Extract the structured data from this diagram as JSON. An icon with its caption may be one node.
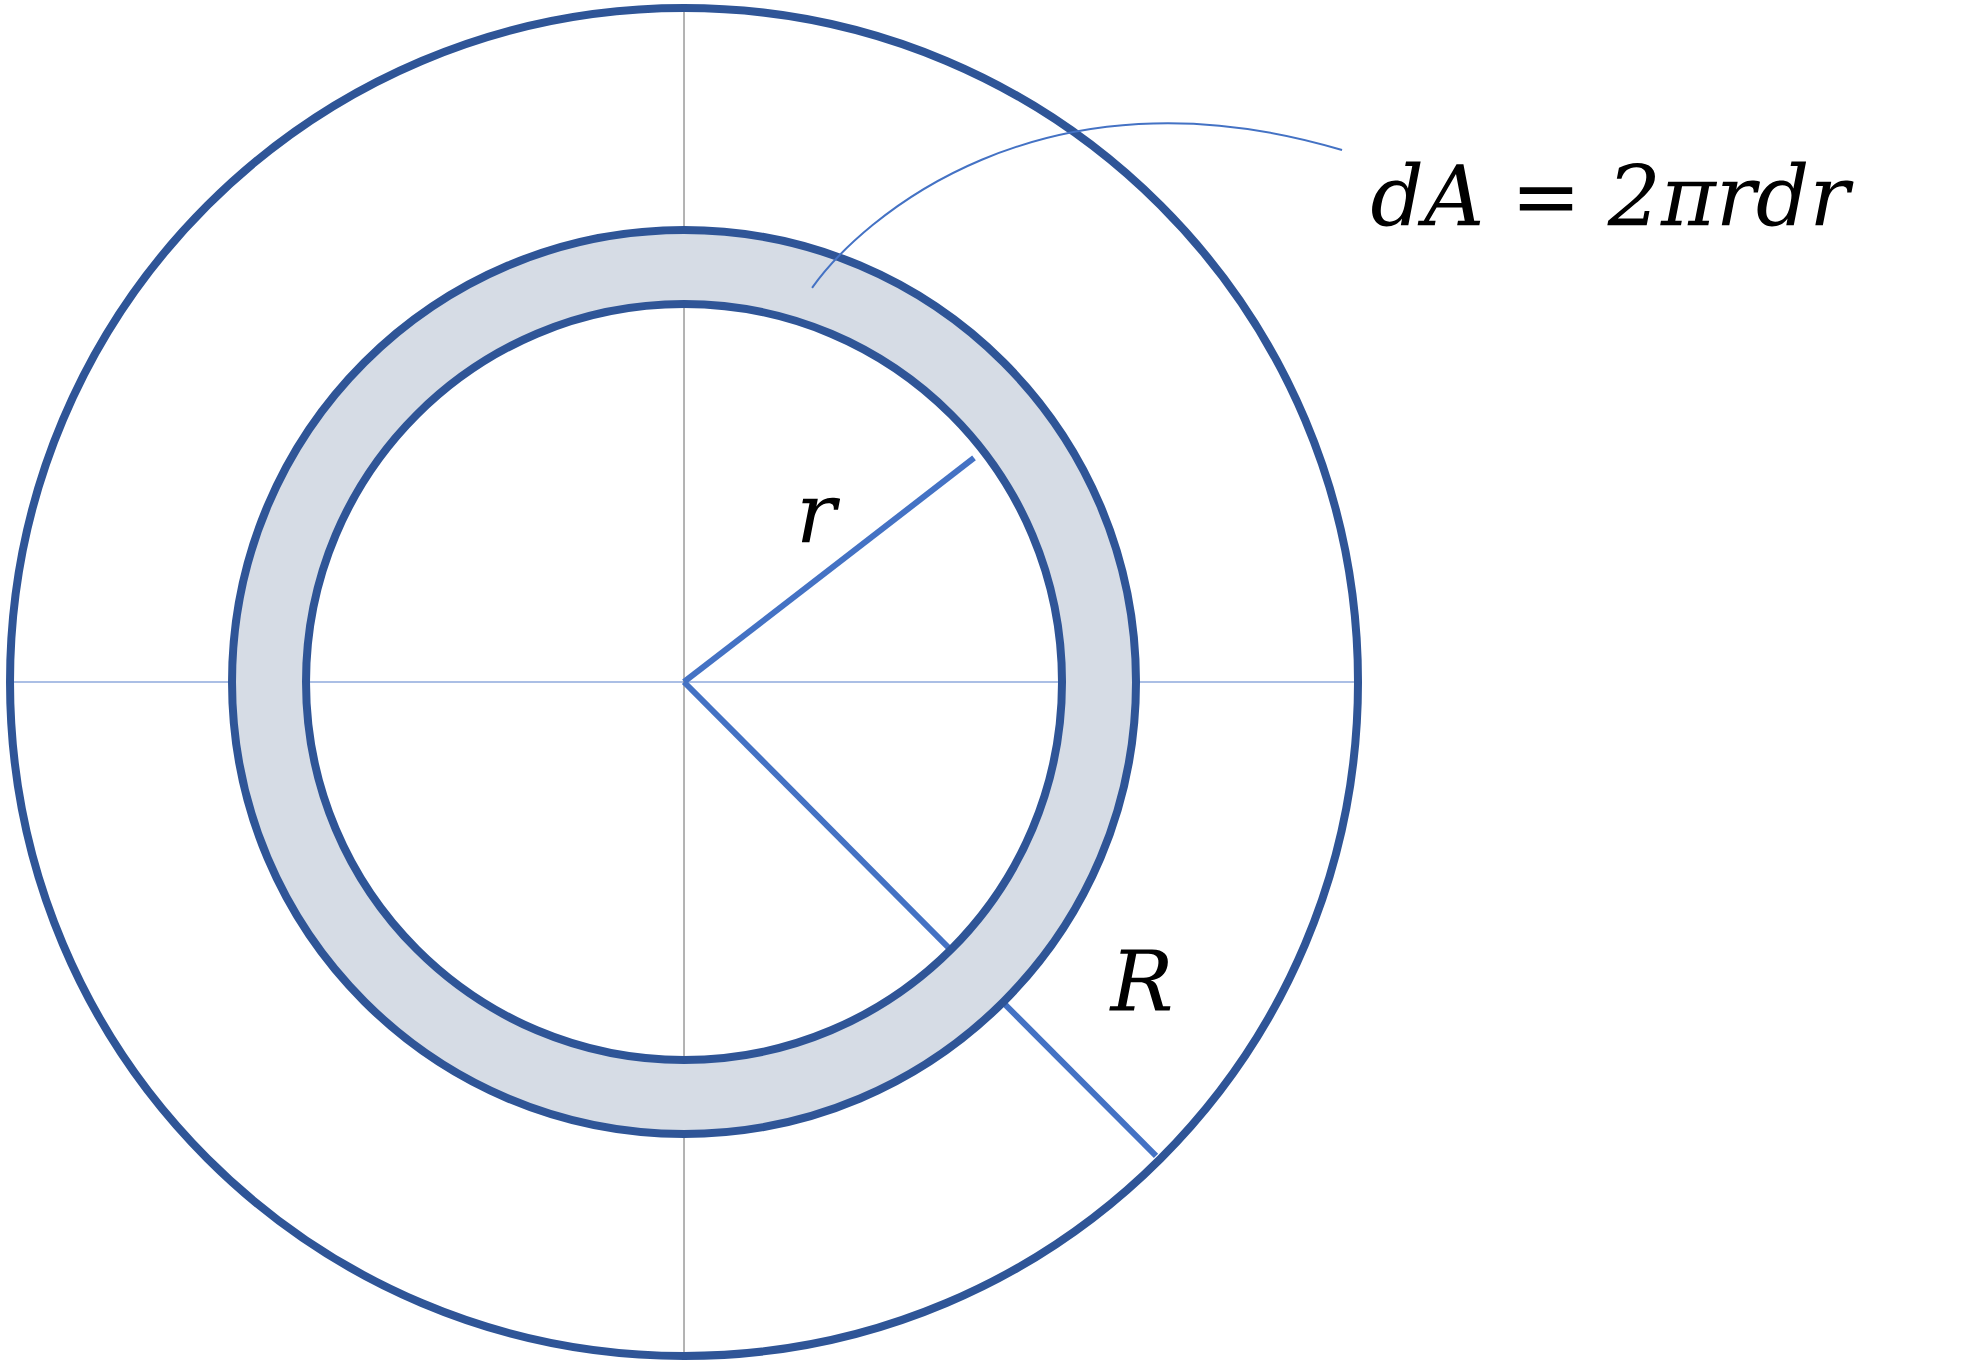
{
  "diagram": {
    "nodes": [
      {
        "text": [
          "dA = 2πrdr"
        ]
      },
      {
        "text": [],
        "shape": "ring"
      }
    ],
    "edges": [
      {
        "from": 0,
        "to": 1,
        "arrow": "none"
      }
    ],
    "labels": [
      "r",
      "R"
    ]
  }
}
